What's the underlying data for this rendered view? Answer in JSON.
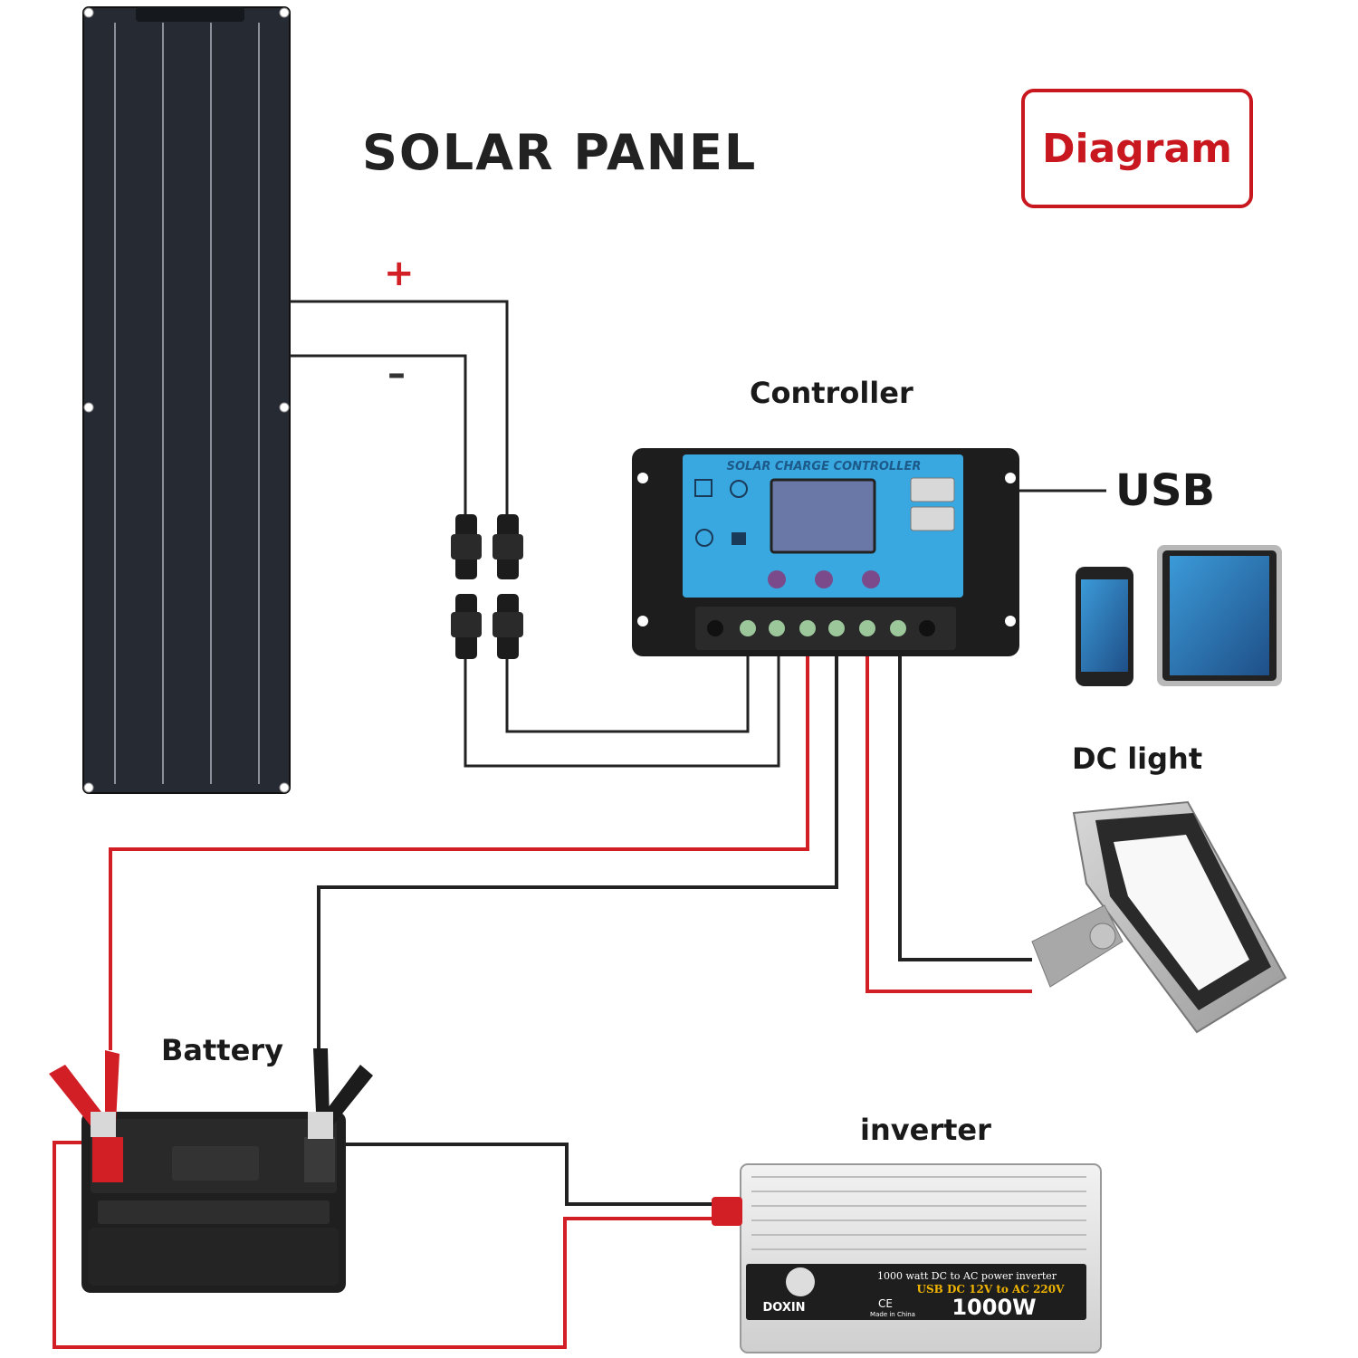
{
  "labels": {
    "title": "SOLAR  PANEL",
    "badge": "Diagram",
    "positive": "+",
    "negative": "–",
    "controller": "Controller",
    "usb": "USB",
    "dc_light": "DC light",
    "battery": "Battery",
    "inverter": "inverter"
  },
  "controller_panel": {
    "header": "SOLAR CHARGE CONTROLLER"
  },
  "inverter_panel": {
    "brand": "DOXIN",
    "line1": "1000 watt DC to AC power inverter",
    "line2": "USB DC 12V to AC 220V",
    "rating": "1000W",
    "ce": "CE",
    "origin": "Made in China"
  },
  "colors": {
    "positive_wire": "#d21f26",
    "negative_wire": "#222222",
    "badge": "#c8171e",
    "controller_face": "#3aa8e0",
    "panel": "#262a33"
  },
  "icons": [
    "solar-panel",
    "mc4-connector",
    "charge-controller",
    "smartphone",
    "tablet",
    "floodlight",
    "battery",
    "alligator-clip",
    "power-inverter"
  ]
}
